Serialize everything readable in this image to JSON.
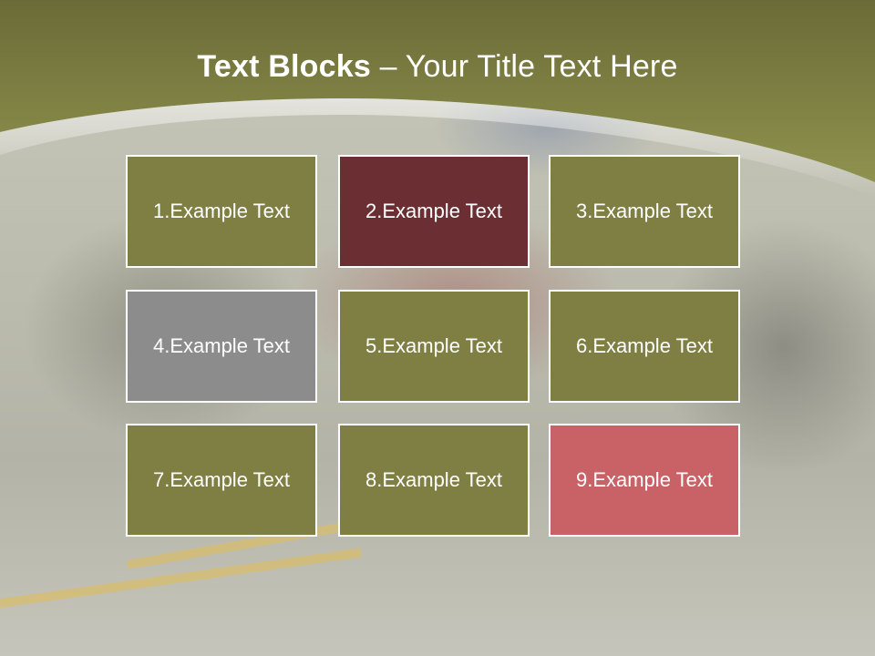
{
  "title": {
    "bold": "Text Blocks",
    "rest": " – Your Title Text Here"
  },
  "colors": {
    "header": "#777a3a",
    "olive": "#7f7f43",
    "maroon": "#6b2f33",
    "gray": "#8c8c8c",
    "rose": "#c96266"
  },
  "blocks": [
    {
      "label": "1.Example Text",
      "color": "#7f7f43"
    },
    {
      "label": "2.Example Text",
      "color": "#6b2f33"
    },
    {
      "label": "3.Example Text",
      "color": "#7f7f43"
    },
    {
      "label": "4.Example Text",
      "color": "#8c8c8c"
    },
    {
      "label": "5.Example Text",
      "color": "#7f7f43"
    },
    {
      "label": "6.Example Text",
      "color": "#7f7f43"
    },
    {
      "label": "7.Example Text",
      "color": "#7f7f43"
    },
    {
      "label": "8.Example Text",
      "color": "#7f7f43"
    },
    {
      "label": "9.Example Text",
      "color": "#c96266"
    }
  ]
}
